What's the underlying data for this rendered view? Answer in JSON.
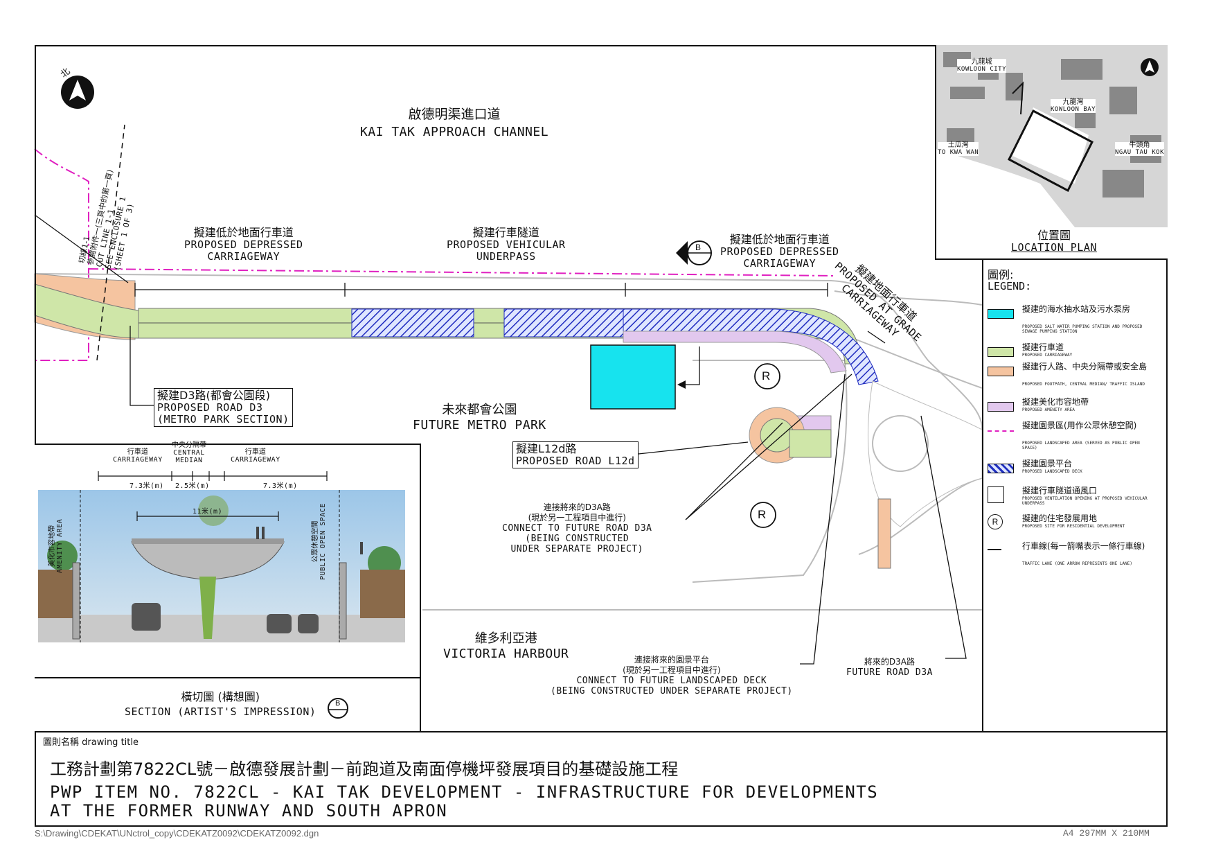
{
  "labels": {
    "channel_zh": "啟德明渠進口道",
    "channel_en": "KAI TAK APPROACH CHANNEL",
    "depressed1_zh": "擬建低於地面行車道",
    "depressed1_en1": "PROPOSED DEPRESSED",
    "depressed1_en2": "CARRIAGEWAY",
    "underpass_zh": "擬建行車隧道",
    "underpass_en1": "PROPOSED VEHICULAR",
    "underpass_en2": "UNDERPASS",
    "depressed2_zh": "擬建低於地面行車道",
    "depressed2_en1": "PROPOSED DEPRESSED",
    "depressed2_en2": "CARRIAGEWAY",
    "atgrade_zh": "擬建地面行車道",
    "atgrade_en1": "PROPOSED AT GRADE",
    "atgrade_en2": "CARRIAGEWAY",
    "cutline_zh1": "切線1-1",
    "cutline_zh2": "參閱附件一(三頁中的第一頁)",
    "cutline_en1": "CUT LINE 1-1",
    "cutline_en2": "SEE ENCLOSURE 1",
    "cutline_en3": "(SHEET 1 OF 3)",
    "north": "北",
    "road_d3_zh": "擬建D3路(都會公園段)",
    "road_d3_en1": "PROPOSED ROAD D3",
    "road_d3_en2": "(METRO PARK SECTION)",
    "metropark_zh": "未來都會公園",
    "metropark_en": "FUTURE METRO PARK",
    "road_l12d_zh": "擬建L12d路",
    "road_l12d_en": "PROPOSED ROAD L12d",
    "connect_d3a_zh1": "連接將來的D3A路",
    "connect_d3a_zh2": "(現於另一工程項目中進行)",
    "connect_d3a_en1": "CONNECT TO FUTURE ROAD D3A",
    "connect_d3a_en2": "(BEING CONSTRUCTED",
    "connect_d3a_en3": "UNDER SEPARATE PROJECT)",
    "harbour_zh": "維多利亞港",
    "harbour_en": "VICTORIA HARBOUR",
    "connect_deck_zh1": "連接將來的園景平台",
    "connect_deck_zh2": "(現於另一工程項目中進行)",
    "connect_deck_en1": "CONNECT TO FUTURE LANDSCAPED DECK",
    "connect_deck_en2": "(BEING CONSTRUCTED UNDER SEPARATE PROJECT)",
    "future_d3a_zh": "將來的D3A路",
    "future_d3a_en": "FUTURE ROAD D3A",
    "res_symbol": "R",
    "section_marker": "B"
  },
  "location_plan": {
    "kowloon_city_zh": "九龍城",
    "kowloon_city_en": "KOWLOON CITY",
    "kowloon_bay_zh": "九龍灣",
    "kowloon_bay_en": "KOWLOON BAY",
    "to_kwa_wan_zh": "土瓜灣",
    "to_kwa_wan_en": "TO KWA WAN",
    "ngau_tau_kok_zh": "牛頭角",
    "ngau_tau_kok_en": "NGAU TAU KOK",
    "title_zh": "位置圖",
    "title_en": "LOCATION PLAN"
  },
  "legend": {
    "title_zh": "圖例:",
    "title_en": "LEGEND:",
    "items": [
      {
        "zh": "擬建的海水抽水站及污水泵房",
        "en": "PROPOSED SALT WATER PUMPING STATION AND PROPOSED SEWAGE PUMPING STATION",
        "color": "#17e3ee"
      },
      {
        "zh": "擬建行車道",
        "en": "PROPOSED CARRIAGEWAY",
        "color": "#cfe6a8"
      },
      {
        "zh": "擬建行人路、中央分隔帶或安全島",
        "en": "PROPOSED FOOTPATH, CENTRAL MEDIAN/ TRAFFIC ISLAND",
        "color": "#f5c4a0"
      },
      {
        "zh": "擬建美化市容地帶",
        "en": "PROPOSED AMENITY AREA",
        "color": "#e2c8ee"
      },
      {
        "zh": "擬建園景區(用作公眾休憩空間)",
        "en": "PROPOSED LANDSCAPED AREA (SERVED AS PUBLIC OPEN SPACE)",
        "color": "#e020c0"
      },
      {
        "zh": "擬建園景平台",
        "en": "PROPOSED LANDSCAPED DECK",
        "color": "#2030c0"
      },
      {
        "zh": "擬建行車隧道通風口",
        "en": "PROPOSED VENTILATION OPENING AT PROPOSED VEHICULAR UNDERPASS",
        "color": "#ffffff"
      },
      {
        "zh": "擬建的住宅發展用地",
        "en": "PROPOSED SITE FOR RESIDENTIAL DEVELOPMENT",
        "color": "#ffffff"
      },
      {
        "zh": "行車線(每一箭嘴表示一條行車線)",
        "en": "TRAFFIC LANE (ONE ARROW REPRESENTS ONE LANE)",
        "color": "#111111"
      }
    ]
  },
  "section": {
    "carriageway1_zh": "行車道",
    "carriageway1_en": "CARRIAGEWAY",
    "median_zh": "中央分隔帶",
    "median_en1": "CENTRAL",
    "median_en2": "MEDIAN",
    "carriageway2_zh": "行車道",
    "carriageway2_en": "CARRIAGEWAY",
    "dim1": "7.3米(m)",
    "dim2": "2.5米(m)",
    "dim3": "7.3米(m)",
    "dim_top": "11米(m)",
    "amenity_zh": "美化市容地帶",
    "amenity_en": "AMENITY AREA",
    "open_space_zh": "公眾休憩空間",
    "open_space_en": "PUBLIC OPEN SPACE",
    "title_zh": "橫切圖 (構想圖)",
    "title_en": "SECTION (ARTIST'S IMPRESSION)"
  },
  "title_block": {
    "caption": "圖則名稱 drawing title",
    "line_zh": "工務計劃第7822CL號－啟德發展計劃－前跑道及南面停機坪發展項目的基礎設施工程",
    "line_en1": "PWP ITEM NO. 7822CL - KAI TAK DEVELOPMENT - INFRASTRUCTURE FOR DEVELOPMENTS",
    "line_en2": "AT THE FORMER RUNWAY AND SOUTH APRON"
  },
  "footer": {
    "path": "S:\\Drawing\\CDEKAT\\UNctrol_copy\\CDEKATZ0092\\CDEKATZ0092.dgn",
    "size": "A4 297MM X 210MM"
  }
}
